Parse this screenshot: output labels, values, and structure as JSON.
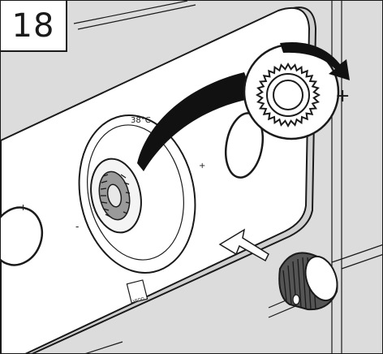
{
  "step": {
    "number": "18"
  },
  "diagram": {
    "temperature_label": "38°C",
    "plus_symbol": "+",
    "brand_label": "VADO",
    "plus_mark_small": "+",
    "minus_mark_small": "-",
    "mark_one": "I",
    "colors": {
      "wall": "#dcdcdc",
      "panel": "#ffffff",
      "outline": "#1a1a1a",
      "arrow_fill": "#ffffff",
      "black_arrow": "#111111"
    }
  }
}
